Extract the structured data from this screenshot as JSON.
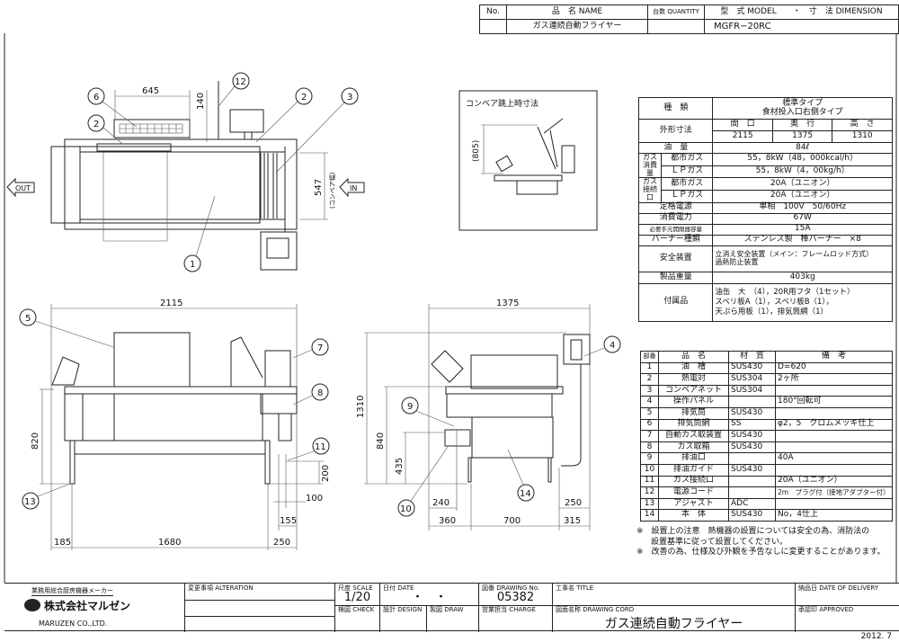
{
  "header": {
    "col_no": "No.",
    "col_name": "品　名 NAME",
    "col_qty": "台数 QUANTITY",
    "col_model": "型　式 MODEL　　・　寸　法 DIMENSION",
    "name": "ガス連続自動フライヤー",
    "qty": "",
    "model": "MGFR−20RC"
  },
  "inset": {
    "title": "コンベア跳上時寸法",
    "dim": "(805)"
  },
  "plan_view": {
    "dim_645": "645",
    "dim_140": "140",
    "dim_547": "547",
    "dim_547_note": "(コンベア幅)",
    "out": "OUT",
    "in": "IN"
  },
  "front_view": {
    "dim_total": "2115",
    "dim_820": "820",
    "dim_200": "200",
    "dim_100": "100",
    "dim_155": "155",
    "dim_185": "185",
    "dim_1680": "1680",
    "dim_250": "250"
  },
  "side_view": {
    "dim_total": "1375",
    "dim_1310": "1310",
    "dim_840": "840",
    "dim_435": "435",
    "dim_240": "240",
    "dim_250": "250",
    "dim_360": "360",
    "dim_700": "700",
    "dim_315": "315"
  },
  "balloons": [
    "1",
    "2",
    "2",
    "3",
    "5",
    "6",
    "7",
    "8",
    "9",
    "10",
    "11",
    "12",
    "13",
    "4",
    "14"
  ],
  "spec": {
    "type_label": "種　類",
    "type_value_1": "標準タイプ",
    "type_value_2": "食材投入口右側タイプ",
    "dims_label": "外形寸法",
    "width_label": "間　口",
    "depth_label": "奥　行",
    "height_label": "高　さ",
    "width": "2115",
    "depth": "1375",
    "height": "1310",
    "oil_label": "油　量",
    "oil": "84ℓ",
    "gas_consumption_label": "ガス消費量",
    "city_gas": "都市ガス",
    "lp_gas": "ＬＰガス",
    "consumption_city": "55，8kW（48，000kcal/h）",
    "consumption_lp": "55，8kW（4，00kg/h）",
    "gas_inlet_label": "ガス接続口",
    "inlet_city": "20A（ユニオン）",
    "inlet_lp": "20A（ユニオン）",
    "power_label": "定格電源",
    "power": "単相　100V　50/60Hz",
    "consumption_label": "消費電力",
    "consumption": "67W",
    "breaker_label": "必要手元開閉器容量",
    "breaker": "15A",
    "burner_label": "バーナー種類",
    "burner": "ステンレス製　棒バーナー　×8",
    "safety_label": "安全装置",
    "safety_1": "立消え安全装置（メイン：フレームロッド方式）",
    "safety_2": "過熱防止装置",
    "weight_label": "製品重量",
    "weight": "403kg",
    "accessories_label": "付属品",
    "accessories_1": "油缶　大　（4），20R用フタ（1セット）",
    "accessories_2": "スベリ板A（1），スベリ板B（1），",
    "accessories_3": "天ぷら用板（1），排気筒網（1）"
  },
  "parts": {
    "headers": [
      "部番",
      "品　名",
      "材　質",
      "備　考"
    ],
    "rows": [
      [
        "1",
        "油　槽",
        "SUS430",
        "D=620"
      ],
      [
        "2",
        "熱電対",
        "SUS304",
        "2ヶ所"
      ],
      [
        "3",
        "コンベアネット",
        "SUS304",
        ""
      ],
      [
        "4",
        "操作パネル",
        "",
        "180°回転可"
      ],
      [
        "5",
        "排気筒",
        "SUS430",
        ""
      ],
      [
        "6",
        "排気筒網",
        "SS",
        "φ2，5　クロムメッキ仕上"
      ],
      [
        "7",
        "自動カス取装置",
        "SUS430",
        ""
      ],
      [
        "8",
        "カス取箱",
        "SUS430",
        ""
      ],
      [
        "9",
        "排油口",
        "",
        "40A"
      ],
      [
        "10",
        "排油ガイド",
        "SUS430",
        ""
      ],
      [
        "11",
        "ガス接続口",
        "",
        "20A（ユニオン）"
      ],
      [
        "12",
        "電源コード",
        "",
        "2m　プラグ付（接地アダプター付）"
      ],
      [
        "13",
        "アジャスト",
        "ADC",
        ""
      ],
      [
        "14",
        "本　体",
        "SUS430",
        "No，4仕上"
      ]
    ]
  },
  "notes": [
    "※　設置上の注意　熱機器の設置については安全の為、消防法の",
    "設置基準に従って設置してください。",
    "※　改善の為、仕様及び外観を予告なしに変更することがあります。"
  ],
  "title_block": {
    "maker_tag": "業務用総合厨房機器メーカー",
    "company": "株式会社マルゼン",
    "company_en": "MARUZEN CO.,LTD.",
    "alteration": "変更事項 ALTERATION",
    "scale_label": "尺度 SCALE",
    "scale": "1/20",
    "date_label": "日付 DATE",
    "date": "・　・",
    "drawing_no_label": "図番 DRAWING No.",
    "drawing_no": "05382",
    "title_label": "工事名 TITLE",
    "delivery_label": "納品日 DATE OF DELIVERY",
    "check_label": "検図 CHECK",
    "design_label": "設計 DESIGN",
    "draw_label": "製図 DRAW",
    "charge_label": "営業担当 CHARGE",
    "drawing_name_label": "図面名称 DRAWING CORD",
    "drawing_name": "ガス連続自動フライヤー",
    "approved_label": "承認印 APPROVED"
  },
  "issue_date": "2012. 7"
}
